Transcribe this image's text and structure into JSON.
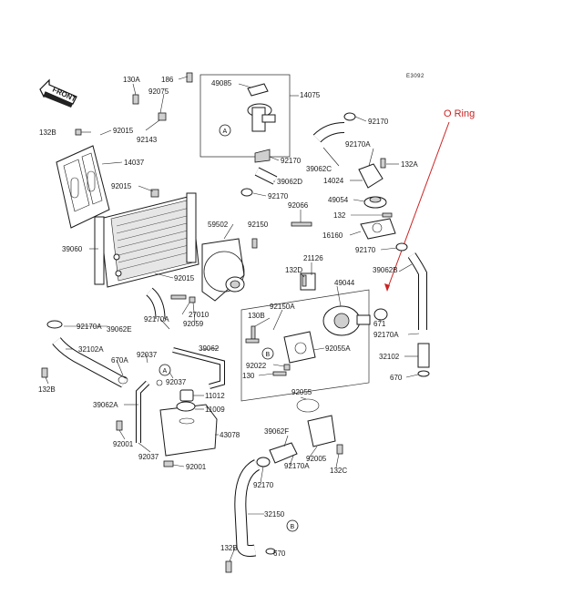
{
  "diagram": {
    "code": "E3092",
    "front_label": "FRONT",
    "annotation": {
      "text": "O Ring",
      "color": "#cc2222"
    },
    "refs": [
      "A",
      "A",
      "B",
      "B"
    ],
    "parts": {
      "p130a": "130A",
      "p92075": "92075",
      "p186": "186",
      "p49085": "49085",
      "p14075": "14075",
      "p132b_top": "132B",
      "p92015_top": "92015",
      "p92143": "92143",
      "p14037": "14037",
      "p92015_mid": "92015",
      "p92170_top": "92170",
      "p92170a_top": "92170A",
      "p132a": "132A",
      "p39062c": "39062C",
      "p14024": "14024",
      "p92170_mid": "92170",
      "p39062d": "39062D",
      "p92170_mid2": "92170",
      "p92066": "92066",
      "p49054": "49054",
      "p132": "132",
      "p59502": "59502",
      "p92150_top": "92150",
      "p16160": "16160",
      "p92170_right": "92170",
      "p39060": "39060",
      "p21126": "21126",
      "p39062b": "39062B",
      "p132d": "132D",
      "p49044": "49044",
      "p92015_low": "92015",
      "p27010": "27010",
      "p92150a": "92150A",
      "p130b": "130B",
      "p92059": "92059",
      "p671": "671",
      "p92170a_left": "92170A",
      "p92170a_right": "92170A",
      "p39062e": "39062E",
      "p92055a": "92055A",
      "p32102a": "32102A",
      "p92037_a": "92037",
      "p39062": "39062",
      "p670a": "670A",
      "p32102": "32102",
      "p92022": "92022",
      "p130": "130",
      "p670_right": "670",
      "p132b_left": "132B",
      "p92037_b": "92037",
      "p11012": "11012",
      "p92055": "92055",
      "p39062a": "39062A",
      "p11009": "11009",
      "p39062f": "39062F",
      "p43078": "43078",
      "p92001_a": "92001",
      "p92037_c": "92037",
      "p92005": "92005",
      "p92001_b": "92001",
      "p92170a_low": "92170A",
      "p132c": "132C",
      "p92170_low": "92170",
      "p32150": "32150",
      "p132b_bottom": "132B",
      "p670_bottom": "670"
    }
  }
}
